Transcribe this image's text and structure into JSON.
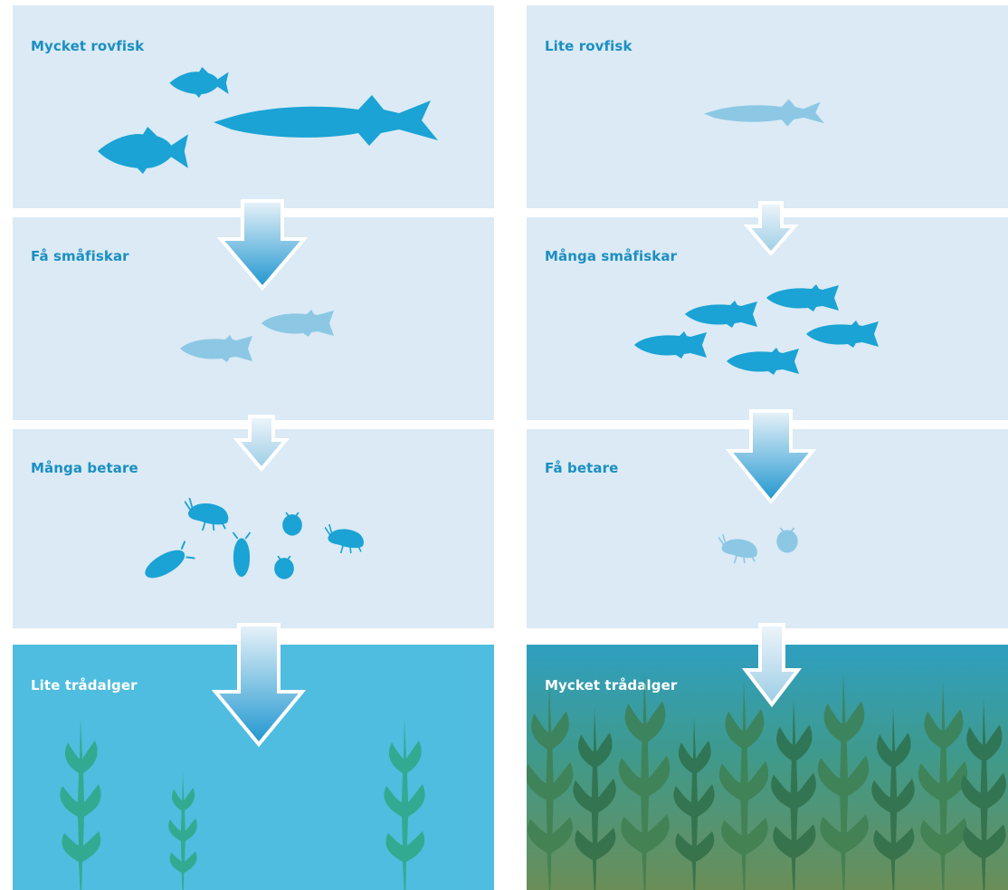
{
  "left": {
    "top_label": "Mycket rovfisk",
    "mid_label": "Få småfiskar",
    "grazer_label": "Många betare",
    "algae_label": "Lite trådalger"
  },
  "right": {
    "top_label": "Lite rovfisk",
    "mid_label": "Många småfiskar",
    "grazer_label": "Få betare",
    "algae_label": "Mycket trådalger"
  },
  "colors": {
    "panel_bg": "#dbeaf5",
    "strong_blue": "#1aa3d4",
    "faded_blue": "#8cc8e4",
    "label_blue": "#1b8fc2",
    "clear_water": "#4fbddf",
    "seaweed_green": "#2fa989"
  }
}
